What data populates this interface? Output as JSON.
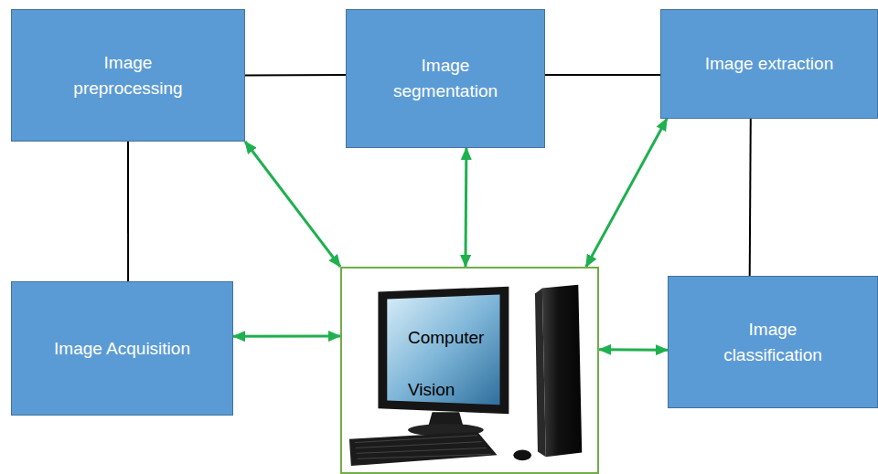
{
  "diagram": {
    "nodes": [
      {
        "text": [
          "Image preprocessing"
        ]
      },
      {
        "text": [
          "Image segmentation"
        ]
      },
      {
        "text": [
          "Image extraction"
        ]
      },
      {
        "text": [
          "Image Acquisition"
        ]
      },
      {
        "text": [
          "Computer Vision"
        ]
      },
      {
        "text": [
          "Image classification"
        ]
      }
    ],
    "edges": [
      {
        "from": 0,
        "to": 1,
        "arrow": "none"
      },
      {
        "from": 1,
        "to": 2,
        "arrow": "none"
      },
      {
        "from": 0,
        "to": 3,
        "arrow": "none"
      },
      {
        "from": 2,
        "to": 5,
        "arrow": "none"
      },
      {
        "from": 0,
        "to": 4,
        "arrow": "both"
      },
      {
        "from": 1,
        "to": 4,
        "arrow": "both"
      },
      {
        "from": 2,
        "to": 4,
        "arrow": "both"
      },
      {
        "from": 3,
        "to": 4,
        "arrow": "both"
      },
      {
        "from": 4,
        "to": 5,
        "arrow": "both"
      }
    ]
  }
}
